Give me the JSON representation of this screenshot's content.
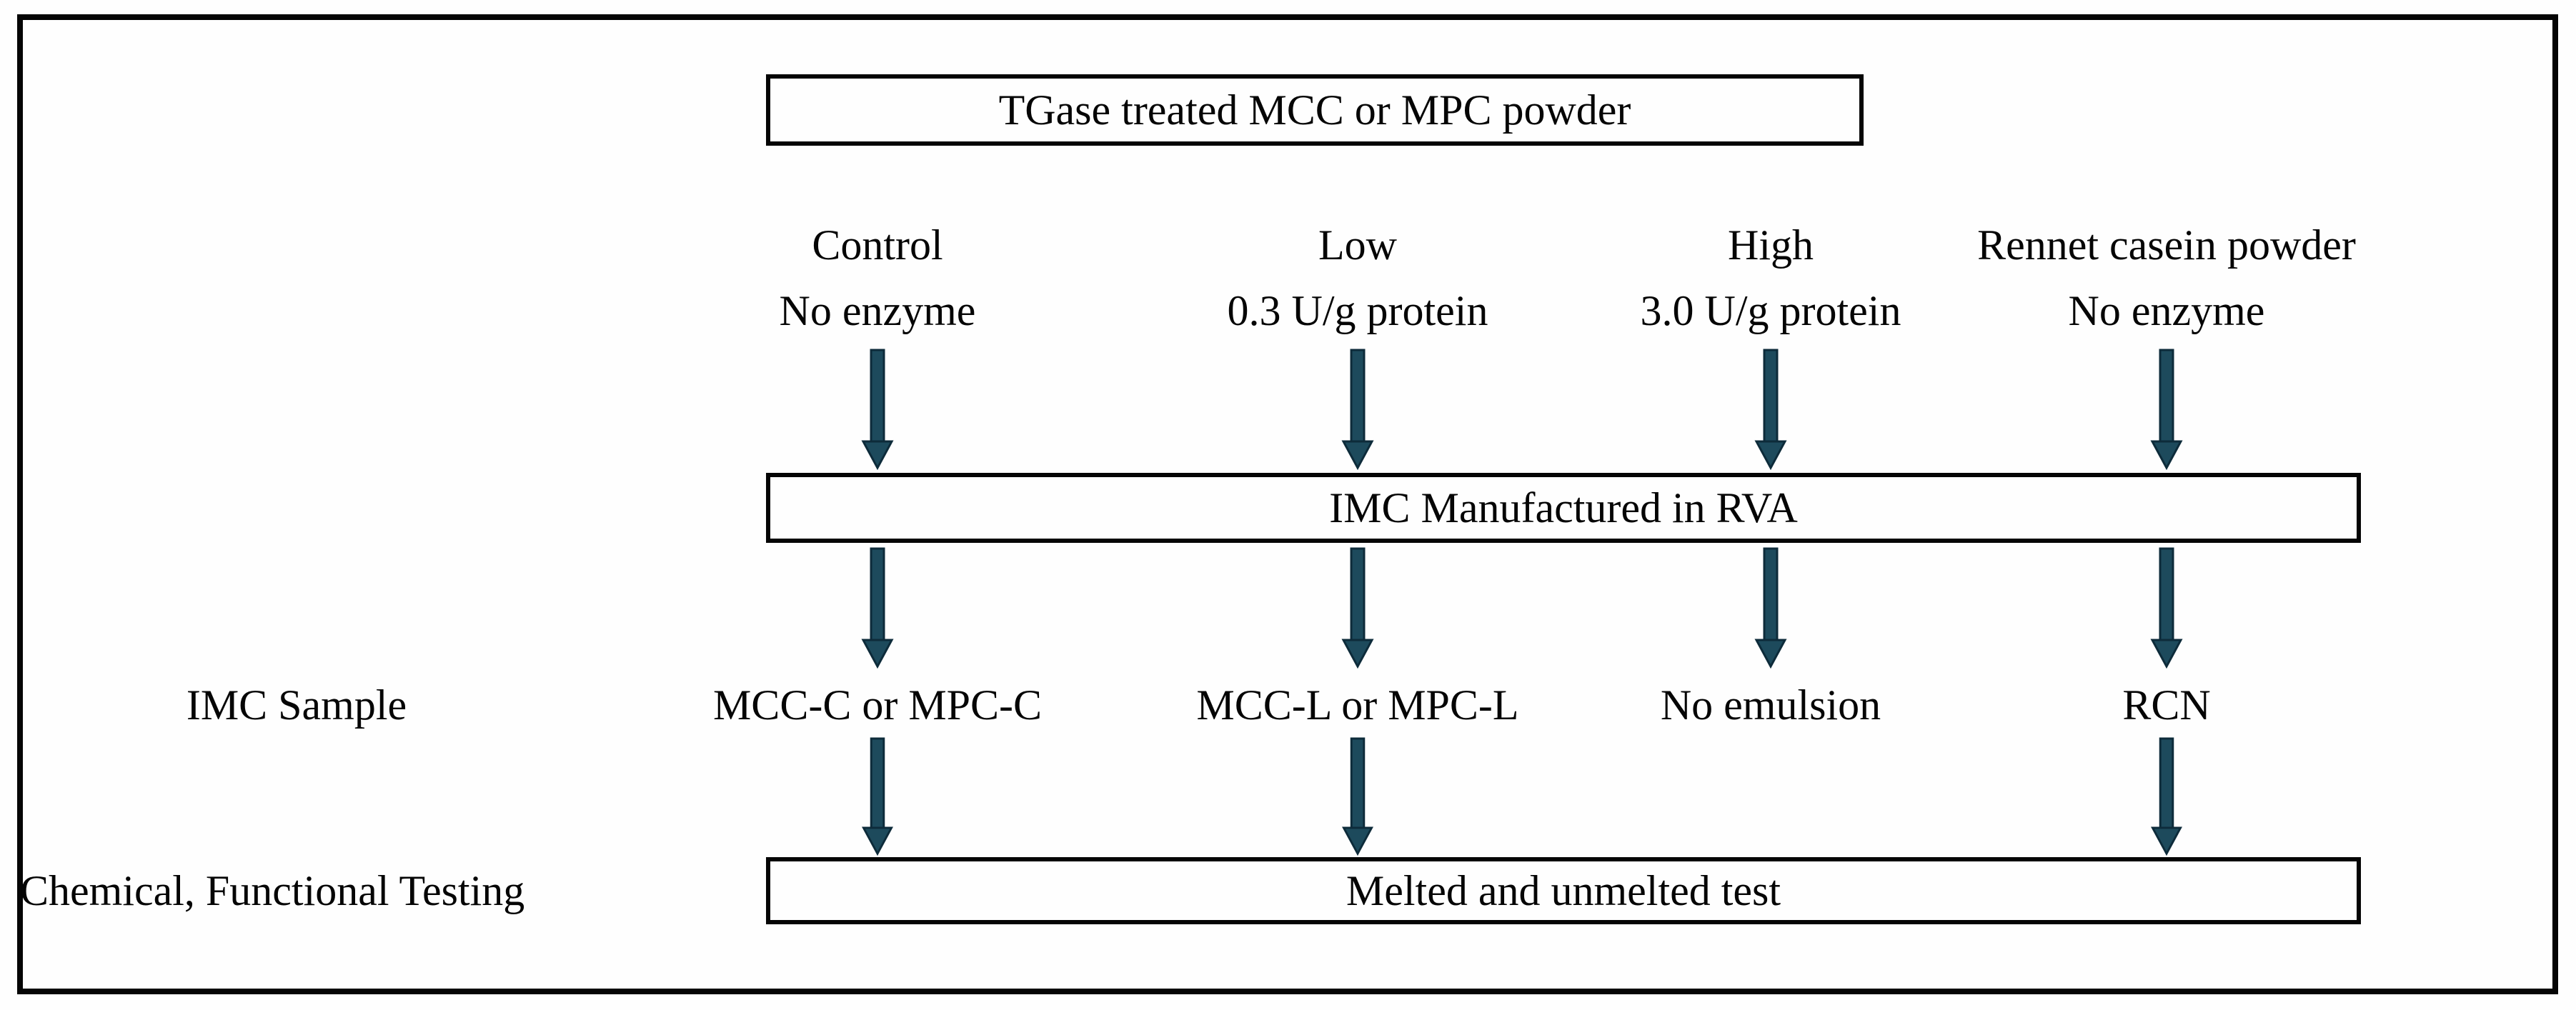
{
  "figure": {
    "top_box": "TGase treated MCC or MPC powder",
    "middle_box": "IMC Manufactured in RVA",
    "bottom_box": "Melted and unmelted test",
    "row_labels": {
      "sample": "IMC Sample",
      "testing": "Chemical, Functional Testing"
    },
    "columns": [
      {
        "treatment": "Control",
        "detail": "No enzyme",
        "sample": "MCC-C or MPC-C"
      },
      {
        "treatment": "Low",
        "detail": "0.3 U/g protein",
        "sample": "MCC-L or MPC-L"
      },
      {
        "treatment": "High",
        "detail": "3.0 U/g protein",
        "sample": "No emulsion"
      },
      {
        "treatment": "Rennet casein powder",
        "detail": "No enzyme",
        "sample": "RCN"
      }
    ],
    "icons": {
      "arrow": "down-arrow-icon"
    },
    "colors": {
      "arrow_fill": "#1d4a5c",
      "arrow_outline": "#0d2b3a",
      "frame_border": "#050505",
      "box_border": "#050505",
      "background": "#fefefe",
      "text": "#050505"
    }
  }
}
